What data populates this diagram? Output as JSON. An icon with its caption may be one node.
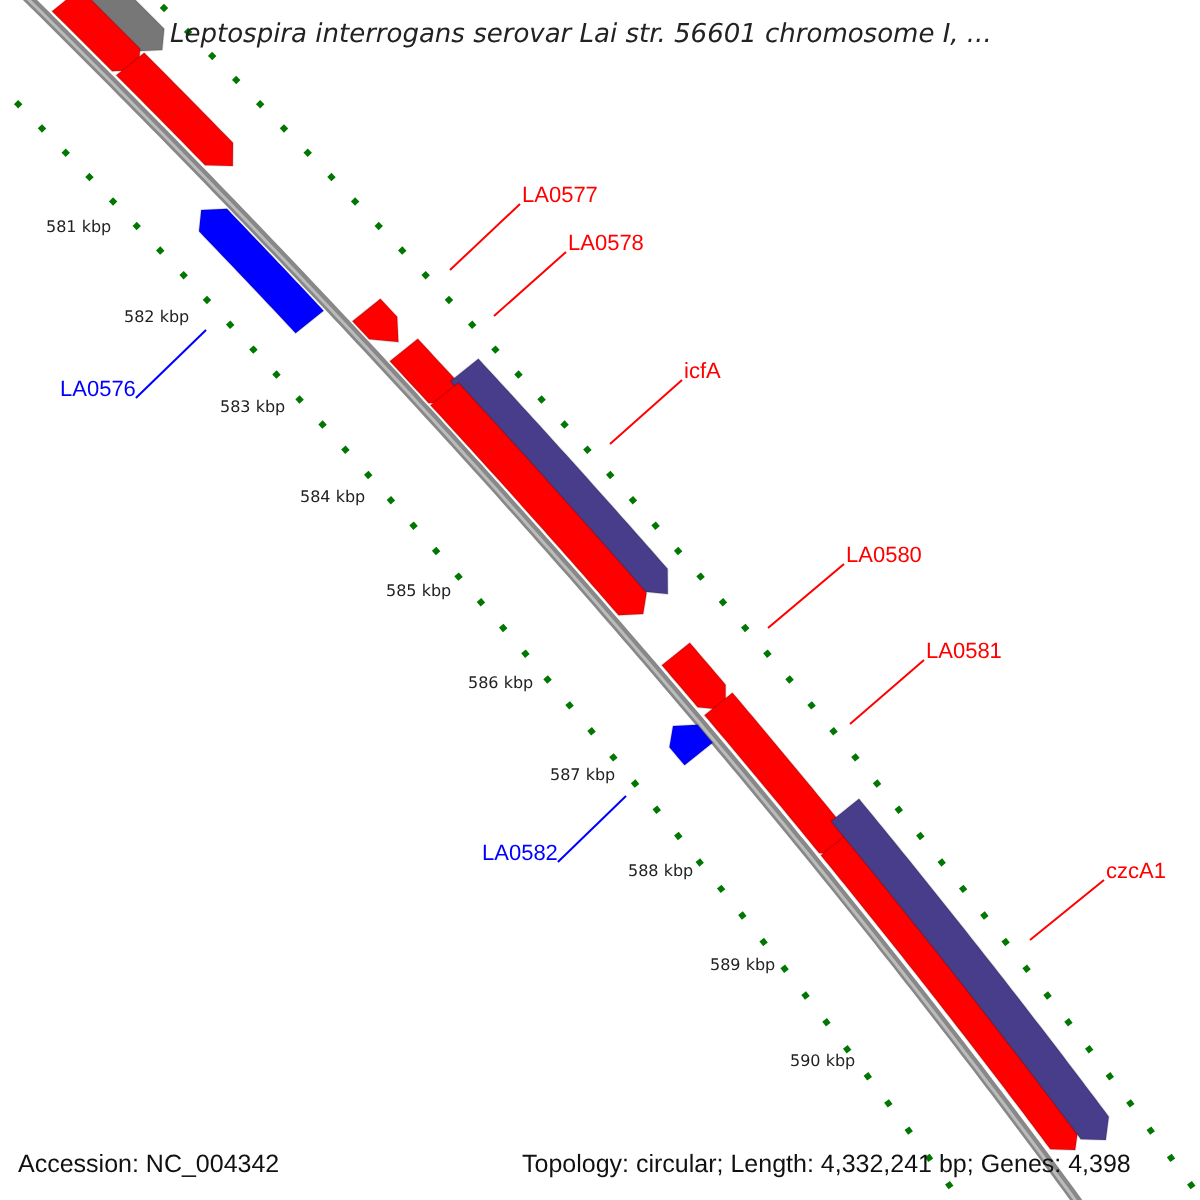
{
  "diagram": {
    "title": "Leptospira interrogans serovar Lai str. 56601 chromosome I, ...",
    "nodes": [
      {
        "text": [
          "LA0577"
        ]
      },
      {
        "text": [
          "LA0578"
        ]
      },
      {
        "text": [
          "icfA"
        ]
      },
      {
        "text": [
          "LA0580"
        ]
      },
      {
        "text": [
          "LA0581"
        ]
      },
      {
        "text": [
          "czcA1"
        ]
      },
      {
        "text": [
          "LA0576"
        ]
      },
      {
        "text": [
          "LA0582"
        ]
      }
    ],
    "edges": [
      {
        "from": 0,
        "to": null,
        "arrow": "none"
      },
      {
        "from": 1,
        "to": null,
        "arrow": "none"
      },
      {
        "from": 2,
        "to": null,
        "arrow": "none"
      },
      {
        "from": 3,
        "to": null,
        "arrow": "none"
      },
      {
        "from": 4,
        "to": null,
        "arrow": "none"
      },
      {
        "from": 5,
        "to": null,
        "arrow": "none"
      },
      {
        "from": 6,
        "to": null,
        "arrow": "none",
        "color": "#0000ff"
      },
      {
        "from": 7,
        "to": null,
        "arrow": "none",
        "color": "#0000ff"
      }
    ],
    "labels": [
      "581 kbp",
      "582 kbp",
      "583 kbp",
      "584 kbp",
      "585 kbp",
      "586 kbp",
      "587 kbp",
      "588 kbp",
      "589 kbp",
      "590 kbp",
      "Accession: NC_004342",
      "Topology: circular; Length: 4,332,241 bp; Genes: 4,398"
    ]
  }
}
